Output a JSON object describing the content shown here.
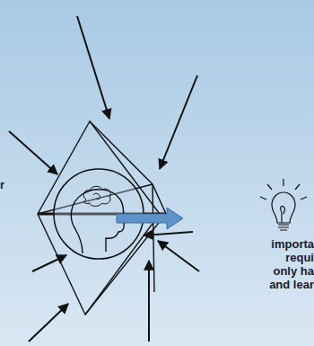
{
  "diagram": {
    "labels": [
      "r",
      "importa",
      "requi",
      "only ha",
      "and lear"
    ]
  }
}
